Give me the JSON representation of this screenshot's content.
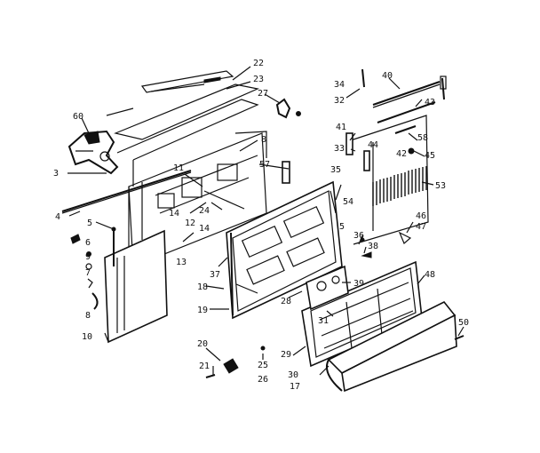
{
  "diagram": {
    "part_numbers": [
      "60",
      "3",
      "4",
      "5",
      "6",
      "9",
      "7",
      "8",
      "10",
      "22",
      "23",
      "27",
      "8",
      "11",
      "57",
      "14",
      "12",
      "24",
      "13",
      "14",
      "37",
      "18",
      "19",
      "28",
      "5",
      "35",
      "34",
      "54",
      "36",
      "38",
      "39",
      "31",
      "32",
      "41",
      "33",
      "44",
      "40",
      "43",
      "58",
      "42",
      "45",
      "53",
      "46",
      "47",
      "48",
      "20",
      "21",
      "25",
      "26",
      "29",
      "30",
      "17",
      "50"
    ]
  }
}
